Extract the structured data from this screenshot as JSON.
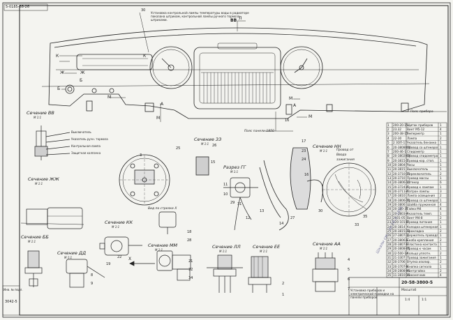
{
  "sheet": {
    "corner_code": "5-0185-88-26",
    "drawing_number": "20-58-3800-5",
    "title": "Установка приборов и электрической проводки на панели приборов",
    "material_label": "Масштаб",
    "scale": "1:1",
    "weight": "1:4",
    "stamp": "Шкалы сж... до 16.3. 1955",
    "side_stamp_1": "Инв. № подл.",
    "side_stamp_2": "3042-5"
  },
  "notes": {
    "top_note": "Установка контрольной лампы температуры воды в радиаторе показана штрихом, контрольной лампы ручного тормоза штрихами.",
    "top_note_ref": "ВВ",
    "dash_top_label": "Л",
    "bottom_label_1": "Пояс панели 1850",
    "bottom_label_2": "Пояс прибора",
    "nn_note": "Провод от Ввода зажигания",
    "view_z": "Вид по стрелке Х",
    "x_arrow": "Х"
  },
  "letters": {
    "k1": "К",
    "k2": "К",
    "j1": "Ж",
    "j2": "Ж",
    "b1": "Б",
    "b2": "Б",
    "m1": "М",
    "m2": "М",
    "m3": "М",
    "m4": "М",
    "a1": "А",
    "a2": "А",
    "n1": "30",
    "n2": "16"
  },
  "sections": {
    "vv": "Сечение ВВ",
    "zhzh": "Сечение ЖЖ",
    "bb": "Сечение ББ",
    "kk": "Сечение КК",
    "dd": "Сечение ДД",
    "zz": "Сечение ЗЗ",
    "gg": "Разрез ГГ",
    "nn": "Сечение НН",
    "mm": "Сечение ММ",
    "ll": "Сечение ЛЛ",
    "ee": "Сечение ЕЕ",
    "aa": "Сечение АА",
    "scale_note": "М 1:1"
  },
  "callouts": [
    "3",
    "25",
    "26",
    "15",
    "17",
    "23",
    "24",
    "16",
    "18",
    "28",
    "29",
    "21",
    "32",
    "34",
    "22",
    "19",
    "31",
    "11",
    "10",
    "12",
    "13",
    "14",
    "27",
    "30",
    "33",
    "35",
    "2",
    "1",
    "4",
    "5",
    "6",
    "7",
    "8",
    "9"
  ],
  "legend_vv": [
    "Выключатель",
    "Указатель ручн. тормоза",
    "Контрольная лампа",
    "Защитная колпачка"
  ],
  "parts": [
    [
      "1",
      "200-20-15",
      "Щиток приборов",
      "1"
    ],
    [
      "2",
      "23.32",
      "Винт М5-12",
      "4"
    ],
    [
      "3",
      "200-38-15",
      "Амперметр",
      "1"
    ],
    [
      "4",
      "22-30",
      "Лампа",
      "2"
    ],
    [
      "5",
      "2 ЗОП-17",
      "Указатель бензина",
      "1"
    ],
    [
      "6",
      "20-3808010",
      "Провод со штекером",
      "1"
    ],
    [
      "7",
      "200-46-1",
      "Спидометр",
      "1"
    ],
    [
      "8",
      "20-3802010",
      "Провод спидометра",
      "1"
    ],
    [
      "9",
      "20-3815-1",
      "Провод кор. стоп.",
      "1"
    ],
    [
      "10",
      "20-3804-7",
      "Часы",
      "1"
    ],
    [
      "11",
      "20-3815",
      "Выключатель",
      "1"
    ],
    [
      "12",
      "20-3710-15",
      "Переключатель",
      "2"
    ],
    [
      "13",
      "20-3710",
      "Провод массы",
      "1"
    ],
    [
      "14",
      "20-3806-15",
      "Штекер",
      "6"
    ],
    [
      "15",
      "20-3724-А",
      "Провод к лампам",
      "1"
    ],
    [
      "16",
      "20-3711-А",
      "Патрон лампы",
      "3"
    ],
    [
      "17",
      "20-3810",
      "Лампа освещения",
      "2"
    ],
    [
      "18",
      "20-3806-10",
      "Провод со штекером",
      "1"
    ],
    [
      "19",
      "20-3806",
      "Шайба пружинная",
      "4"
    ],
    [
      "20",
      "20-380-35",
      "Гайка М4",
      "4"
    ],
    [
      "21",
      "20-3803-А",
      "Указатель темп.",
      "1"
    ],
    [
      "22",
      "2601-05",
      "Винт М4-8",
      "2"
    ],
    [
      "23",
      "220-101-В",
      "Провод питания",
      "1"
    ],
    [
      "24",
      "20-3814",
      "Колодка штекерная",
      "1"
    ],
    [
      "25",
      "20-3815-32",
      "Прокладка",
      "2"
    ],
    [
      "26",
      "27-3807-1",
      "Держатель провода",
      "1"
    ],
    [
      "27",
      "20-3806-Б",
      "Скоба крепления",
      "2"
    ],
    [
      "28",
      "20-3807-Б",
      "Пластина контакта",
      "1"
    ],
    [
      "29",
      "20-3808-05",
      "Провод к часам",
      "1"
    ],
    [
      "30",
      "22-500-14",
      "Кольцо уплотн.",
      "2"
    ],
    [
      "31",
      "21-3307",
      "Провод зажигания",
      "1"
    ],
    [
      "32",
      "20-3706",
      "Втулка изолир.",
      "2"
    ],
    [
      "33",
      "20-3707-Б",
      "Кнопка сигнала",
      "1"
    ],
    [
      "34",
      "20-2808-05",
      "Контргайка",
      "2"
    ],
    [
      "35",
      "11-3810-15",
      "Наконечник",
      "4"
    ]
  ]
}
